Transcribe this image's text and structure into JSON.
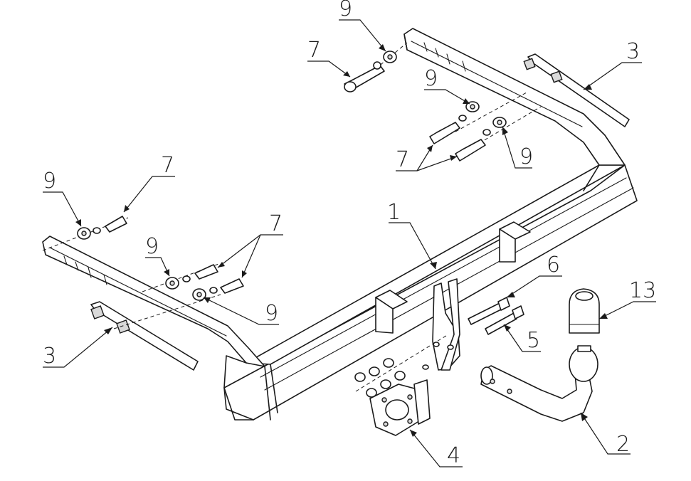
{
  "figure": {
    "callouts": [
      {
        "id": "c1",
        "text": "1"
      },
      {
        "id": "c2",
        "text": "2"
      },
      {
        "id": "c3a",
        "text": "3"
      },
      {
        "id": "c3b",
        "text": "3"
      },
      {
        "id": "c4",
        "text": "4"
      },
      {
        "id": "c5",
        "text": "5"
      },
      {
        "id": "c6",
        "text": "6"
      },
      {
        "id": "c7a",
        "text": "7"
      },
      {
        "id": "c7b",
        "text": "7"
      },
      {
        "id": "c7c",
        "text": "7"
      },
      {
        "id": "c7d",
        "text": "7"
      },
      {
        "id": "c9a",
        "text": "9"
      },
      {
        "id": "c9b",
        "text": "9"
      },
      {
        "id": "c9c",
        "text": "9"
      },
      {
        "id": "c9d",
        "text": "9"
      },
      {
        "id": "c9e",
        "text": "9"
      },
      {
        "id": "c9f",
        "text": "9"
      },
      {
        "id": "c13",
        "text": "13"
      }
    ]
  }
}
